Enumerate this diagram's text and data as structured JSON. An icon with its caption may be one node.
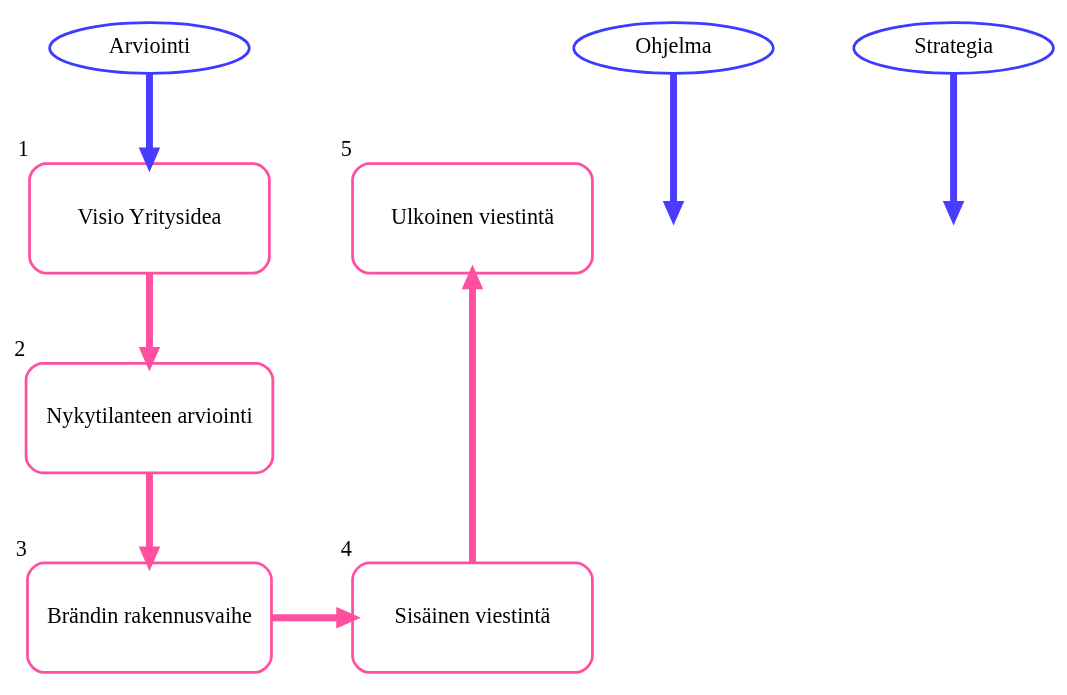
{
  "diagram": {
    "nodes": [
      {
        "text": [
          "Visio Yritysidea"
        ],
        "beside": [
          "1"
        ]
      },
      {
        "text": [
          "Nykytilanteen arviointi"
        ],
        "beside": [
          "2"
        ]
      },
      {
        "text": [
          "Brändin rakennusvaihe"
        ],
        "beside": [
          "3"
        ]
      },
      {
        "text": [
          "Sisäinen viestintä"
        ],
        "beside": [
          "4"
        ]
      },
      {
        "text": [
          "Ulkoinen viestintä"
        ],
        "beside": [
          "5"
        ]
      },
      {
        "text": [
          "Arviointi"
        ]
      },
      {
        "text": [
          "Ohjelma"
        ]
      },
      {
        "text": [
          "Strategia"
        ]
      }
    ],
    "edges": [
      {
        "from": 0,
        "to": 1,
        "arrow": "to"
      },
      {
        "from": 1,
        "to": 2,
        "arrow": "to"
      },
      {
        "from": 2,
        "to": 3,
        "arrow": "to"
      },
      {
        "from": 3,
        "to": 4,
        "arrow": "to"
      },
      {
        "from": 5,
        "to": 0,
        "arrow": "to",
        "color": "#4a3cff"
      },
      {
        "from": 6,
        "to": null,
        "arrow": "to",
        "color": "#4a3cff"
      },
      {
        "from": 7,
        "to": null,
        "arrow": "to",
        "color": "#4a3cff"
      }
    ]
  }
}
